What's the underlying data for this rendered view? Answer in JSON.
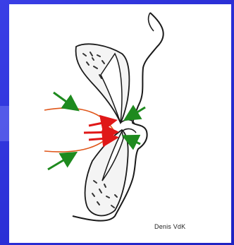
{
  "credit": "Denis VdK",
  "colors": {
    "background": "#2a2fd6",
    "panel": "#ffffff",
    "outline": "#1a1a1a",
    "red_arrow": "#e01818",
    "curve": "#e0561a",
    "green_arrow": "#1e8a1e"
  },
  "icons": {
    "red_arrows": "arrow-right",
    "green_arrows": "arrow-diagonal"
  }
}
